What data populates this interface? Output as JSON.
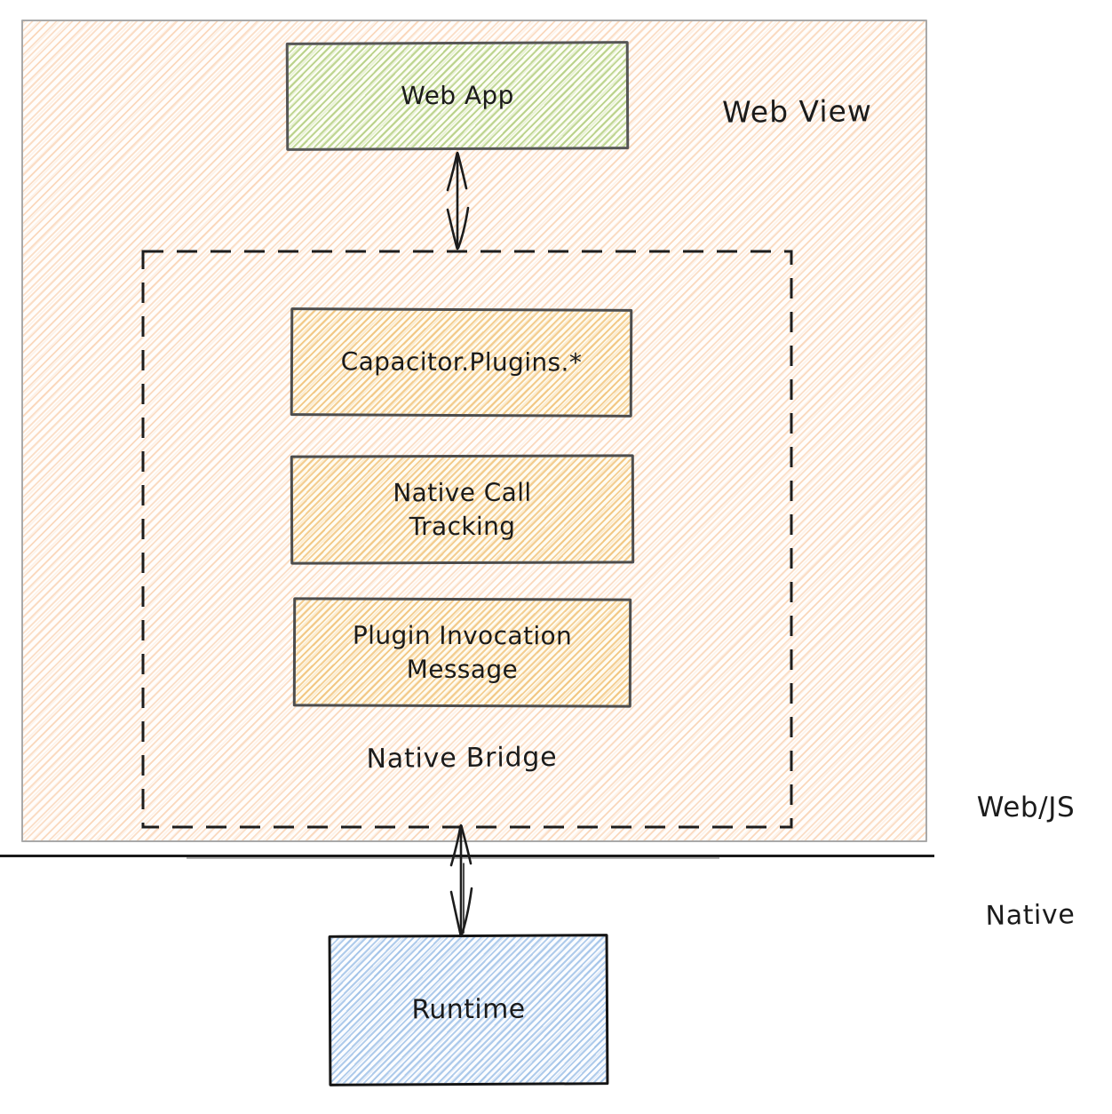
{
  "diagram": {
    "regions": {
      "web_view_label": "Web View",
      "native_bridge_label": "Native Bridge",
      "layer_web_label": "Web/JS",
      "layer_native_label": "Native"
    },
    "nodes": {
      "web_app": {
        "label": "Web App",
        "fill": "green-hachure",
        "accent_hex": "#92b84a"
      },
      "capacitor_plugins": {
        "label": "Capacitor.Plugins.*",
        "fill": "orange-hachure",
        "accent_hex": "#e9a53c"
      },
      "native_call_tracking": {
        "label": "Native Call Tracking",
        "fill": "orange-hachure",
        "accent_hex": "#e9a53c"
      },
      "plugin_invocation_message": {
        "label": "Plugin Invocation Message",
        "fill": "orange-hachure",
        "accent_hex": "#e9a53c"
      },
      "runtime": {
        "label": "Runtime",
        "fill": "blue-hachure",
        "accent_hex": "#649bd8"
      }
    },
    "connectors": [
      {
        "from": "web_app",
        "to": "native_bridge",
        "type": "double-headed-arrow"
      },
      {
        "from": "native_bridge",
        "to": "runtime",
        "type": "double-headed-arrow"
      }
    ],
    "colors": {
      "background_hatch": "#f2a262",
      "ink": "#1b1b1b",
      "outer_border": "#a9a9a9",
      "divider": "#1b1b1b"
    }
  }
}
